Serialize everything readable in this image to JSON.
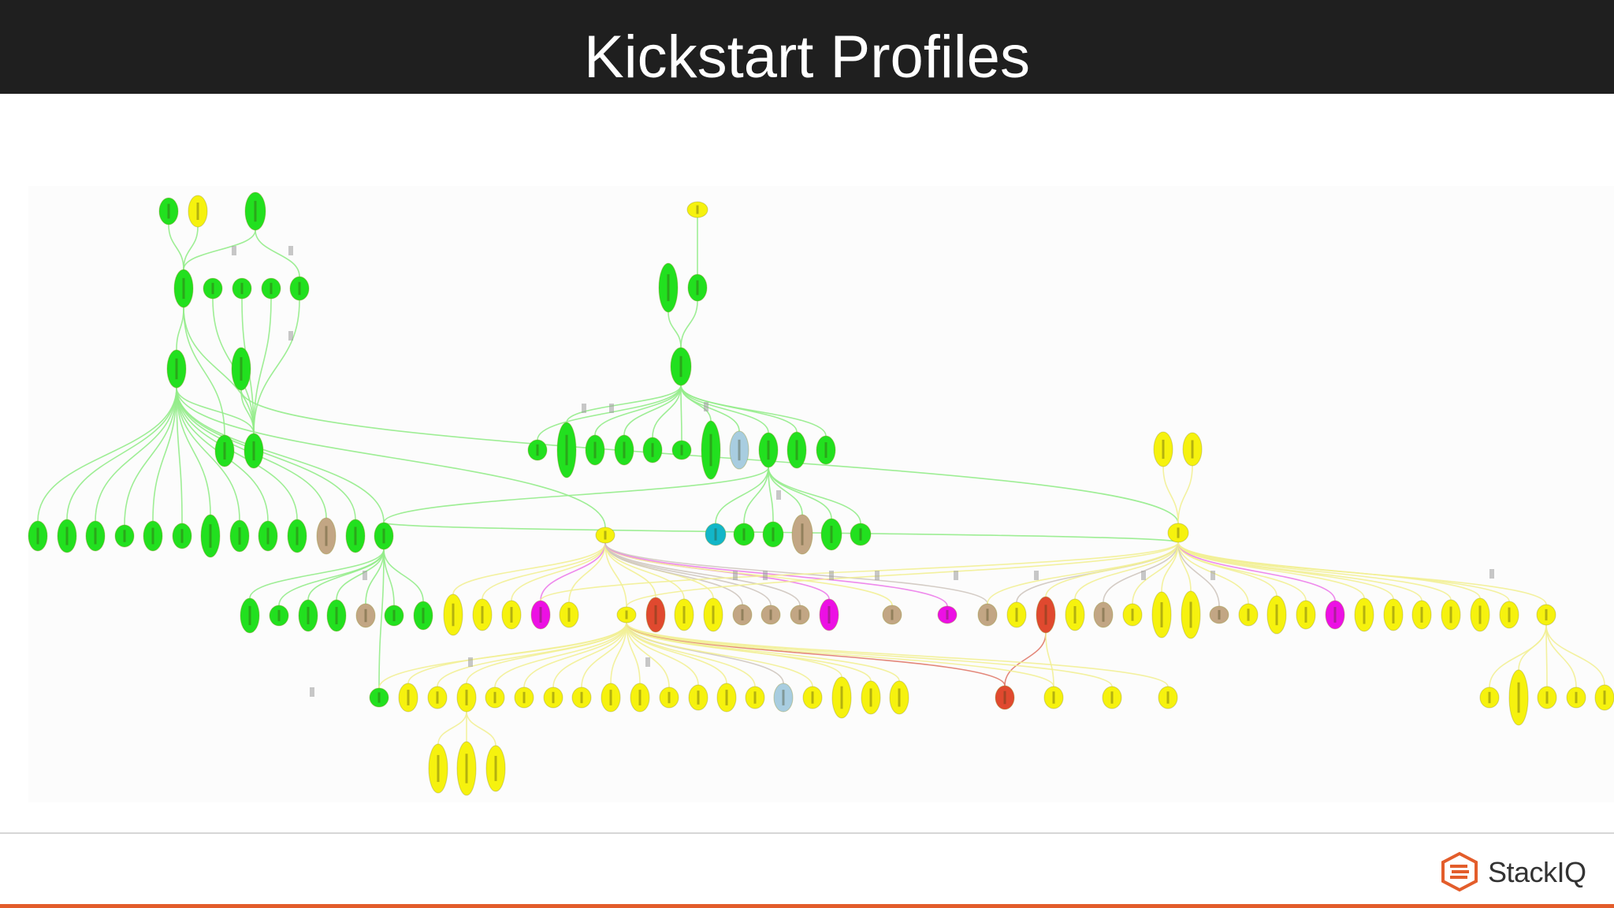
{
  "slide": {
    "title": "Kickstart Profiles",
    "logo_text": "StackIQ",
    "colors": {
      "header_bg": "#1f1f1f",
      "title_text": "#ffffff",
      "accent_bar": "#e35d2b",
      "logo_icon": "#e35d2b"
    }
  },
  "diagram": {
    "type": "directed-graph",
    "node_colors": {
      "green": "#22e01f",
      "yellow": "#f6f20e",
      "tan": "#c2a684",
      "magenta": "#ec10e4",
      "red": "#e0492f",
      "lightblue": "#a8cde0",
      "teal": "#12b6c8"
    },
    "edge_colors": {
      "green": "#93ec8a",
      "yellow": "#f2ef95",
      "magenta": "#ec7dea",
      "gray": "#cfc7bf",
      "red": "#e07a6a"
    }
  }
}
